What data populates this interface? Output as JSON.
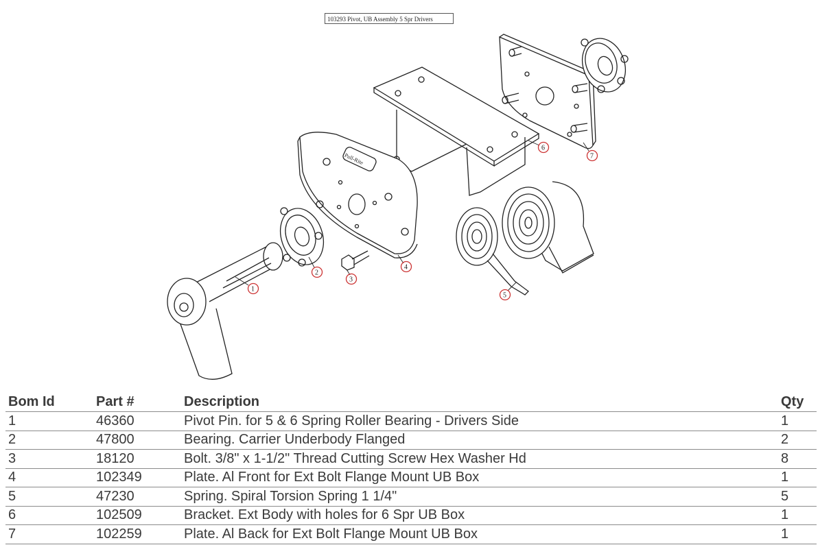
{
  "diagram": {
    "title": "103293 Pivot, UB Assembly 5 Spr Drivers",
    "plate_brand": "Pull-Rite",
    "callouts": [
      "1",
      "2",
      "3",
      "4",
      "5",
      "6",
      "7"
    ]
  },
  "table": {
    "headers": {
      "bom_id": "Bom Id",
      "part": "Part #",
      "description": "Description",
      "qty": "Qty"
    },
    "rows": [
      {
        "bom_id": "1",
        "part": "46360",
        "description": "Pivot Pin. for 5 & 6 Spring Roller Bearing - Drivers Side",
        "qty": "1"
      },
      {
        "bom_id": "2",
        "part": "47800",
        "description": "Bearing. Carrier Underbody Flanged",
        "qty": "2"
      },
      {
        "bom_id": "3",
        "part": "18120",
        "description": "Bolt. 3/8\" x 1-1/2\" Thread Cutting Screw Hex Washer Hd",
        "qty": "8"
      },
      {
        "bom_id": "4",
        "part": "102349",
        "description": "Plate. Al Front for Ext Bolt Flange Mount UB Box",
        "qty": "1"
      },
      {
        "bom_id": "5",
        "part": "47230",
        "description": "Spring. Spiral Torsion Spring 1 1/4\"",
        "qty": "5"
      },
      {
        "bom_id": "6",
        "part": "102509",
        "description": "Bracket. Ext Body with holes for 6 Spr UB Box",
        "qty": "1"
      },
      {
        "bom_id": "7",
        "part": "102259",
        "description": "Plate. Al Back for Ext Bolt Flange Mount UB Box",
        "qty": "1"
      }
    ]
  }
}
